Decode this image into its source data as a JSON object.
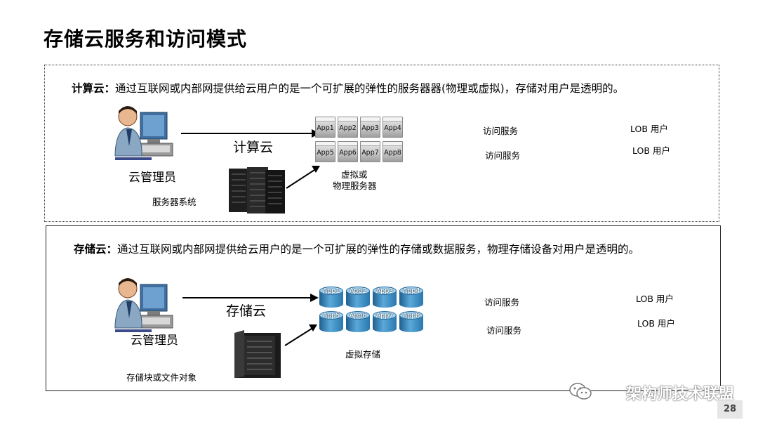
{
  "title": "存储云服务和访问模式",
  "compute": {
    "heading": "计算云：",
    "description": "通过互联网或内部网提供给云用户的是一个可扩展的弹性的服务器器(物理或虚拟)，存储对用户是透明的。",
    "admin_label": "云管理员",
    "arrow_label": "计算云",
    "servers_label": "服务器系统",
    "pool_label_line1": "虚拟或",
    "pool_label_line2": "物理服务器",
    "apps": [
      "App1",
      "App2",
      "App3",
      "App4",
      "App5",
      "App6",
      "App7",
      "App8"
    ],
    "access_1": "访问服务",
    "access_2": "访问服务",
    "user_1": "LOB 用户",
    "user_2": "LOB 用户"
  },
  "storage": {
    "heading": "存储云：",
    "description": "通过互联网或内部网提供给云用户的是一个可扩展的弹性的存储或数据服务，物理存储设备对用户是透明的。",
    "admin_label": "云管理员",
    "arrow_label": "存储云",
    "objects_label": "存储块或文件对象",
    "pool_label": "虚拟存储",
    "apps": [
      "App1",
      "App2",
      "App3",
      "App4",
      "App5",
      "App6",
      "App7",
      "App8"
    ],
    "access_1": "访问服务",
    "access_2": "访问服务",
    "user_1": "LOB 用户",
    "user_2": "LOB 用户"
  },
  "watermark": "架构师技术联盟",
  "page_number": "28",
  "colors": {
    "disk": "#3a8cc4",
    "server_gray": "#c9c9c9"
  }
}
